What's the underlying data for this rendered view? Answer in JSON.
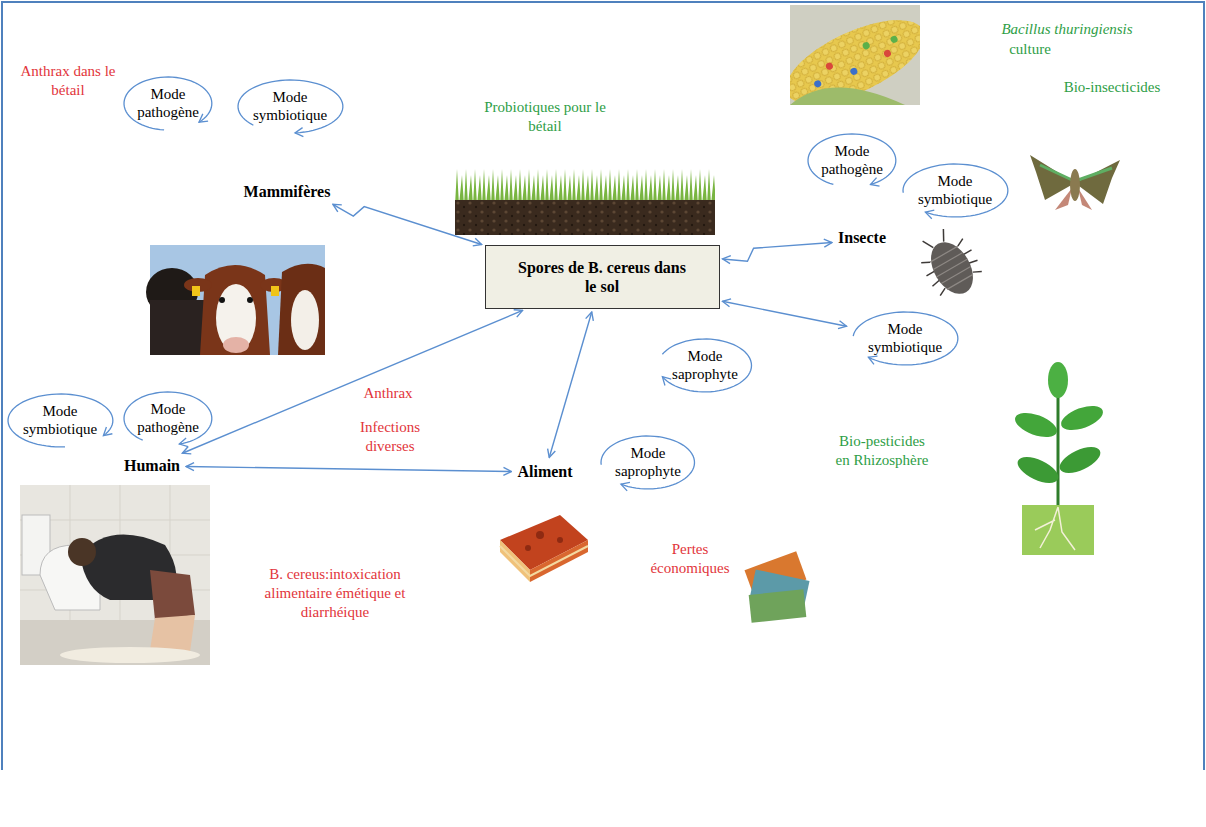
{
  "diagram": {
    "nodes": [
      {
        "text": [
          "Mode pathogène"
        ]
      },
      {
        "text": [
          "Mode symbiotique"
        ]
      },
      {
        "text": [
          "Mammifères"
        ]
      },
      {
        "text": [
          "Spores de B. cereus dans le sol"
        ]
      },
      {
        "text": [
          "Mode pathogène"
        ]
      },
      {
        "text": [
          "Mode symbiotique"
        ]
      },
      {
        "text": [
          "Insecte"
        ]
      },
      {
        "text": [
          "Mode saprophyte"
        ]
      },
      {
        "text": [
          "Mode symbiotique"
        ]
      },
      {
        "text": [
          "Mode symbiotique"
        ]
      },
      {
        "text": [
          "Mode pathogène"
        ]
      },
      {
        "text": [
          "Humain"
        ]
      },
      {
        "text": [
          "Aliment"
        ]
      },
      {
        "text": [
          "Mode saprophyte"
        ]
      }
    ],
    "edges": [
      {
        "from": 3,
        "to": 2,
        "arrow": "both"
      },
      {
        "from": 3,
        "to": 6,
        "arrow": "both"
      },
      {
        "from": 3,
        "to": 8,
        "arrow": "both"
      },
      {
        "from": 3,
        "to": 11,
        "arrow": "both"
      },
      {
        "from": 3,
        "to": 12,
        "arrow": "both"
      },
      {
        "from": 11,
        "to": 12,
        "arrow": "both"
      }
    ],
    "labels": [
      "Anthrax dans le bétail",
      "Probiotiques pour le bétail",
      "Bacillus thuringiensis",
      "culture",
      "Bio-insecticides",
      "Anthrax",
      "Infections diverses",
      "Bio-pesticides en Rhizosphère",
      "B. cereus:intoxication alimentaire émétique et diarrhéique",
      "Pertes économiques"
    ]
  }
}
